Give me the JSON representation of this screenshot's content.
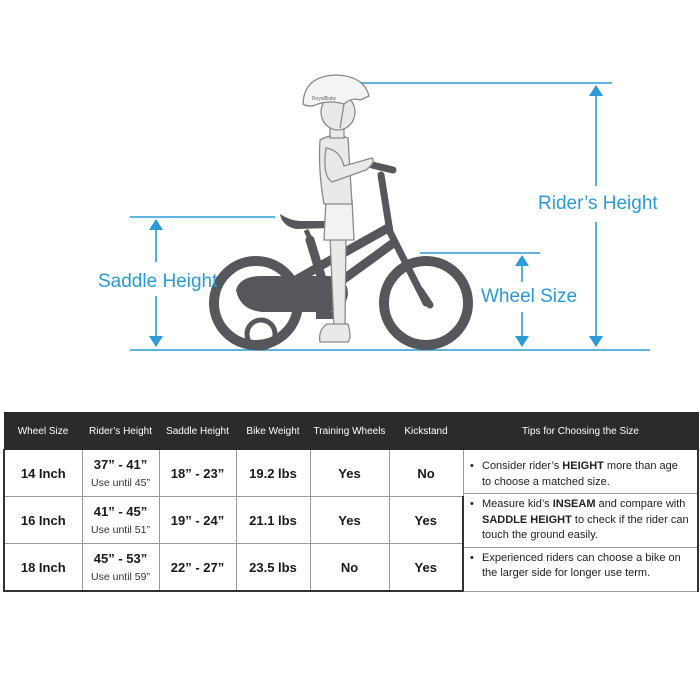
{
  "diagram": {
    "labels": {
      "saddle_height": "Saddle Height",
      "wheel_size": "Wheel Size",
      "riders_height": "Rider’s Height"
    },
    "helmet_logo": "RoyalBaby",
    "colors": {
      "accent": "#2a9bd8",
      "bike": "#55575a",
      "rider": "#e6e6e6"
    }
  },
  "table": {
    "headers": [
      "Wheel Size",
      "Rider’s Height",
      "Saddle Height",
      "Bike Weight",
      "Training Wheels",
      "Kickstand",
      "Tips for Choosing the Size"
    ],
    "rows": [
      {
        "wheel": "14 Inch",
        "height": "37” - 41”",
        "use_until": "Use until 45”",
        "saddle": "18” - 23”",
        "weight": "19.2 lbs",
        "training": "Yes",
        "kickstand": "No"
      },
      {
        "wheel": "16 Inch",
        "height": "41” - 45”",
        "use_until": "Use until 51”",
        "saddle": "19” - 24”",
        "weight": "21.1 lbs",
        "training": "Yes",
        "kickstand": "Yes"
      },
      {
        "wheel": "18 Inch",
        "height": "45” - 53”",
        "use_until": "Use until 59”",
        "saddle": "22” - 27”",
        "weight": "23.5 lbs",
        "training": "No",
        "kickstand": "Yes"
      }
    ],
    "tips": [
      {
        "pre": "Consider rider’s ",
        "bold": "HEIGHT",
        "post": " more than age to choose a matched size."
      },
      {
        "pre": "Measure kid’s ",
        "bold": "INSEAM",
        "mid": " and compare with ",
        "bold2": "SADDLE HEIGHT",
        "post": " to check if the rider can touch the ground easily."
      },
      {
        "pre": "Experienced riders can choose a bike on the larger side for longer use term."
      }
    ],
    "bullet": "•"
  }
}
